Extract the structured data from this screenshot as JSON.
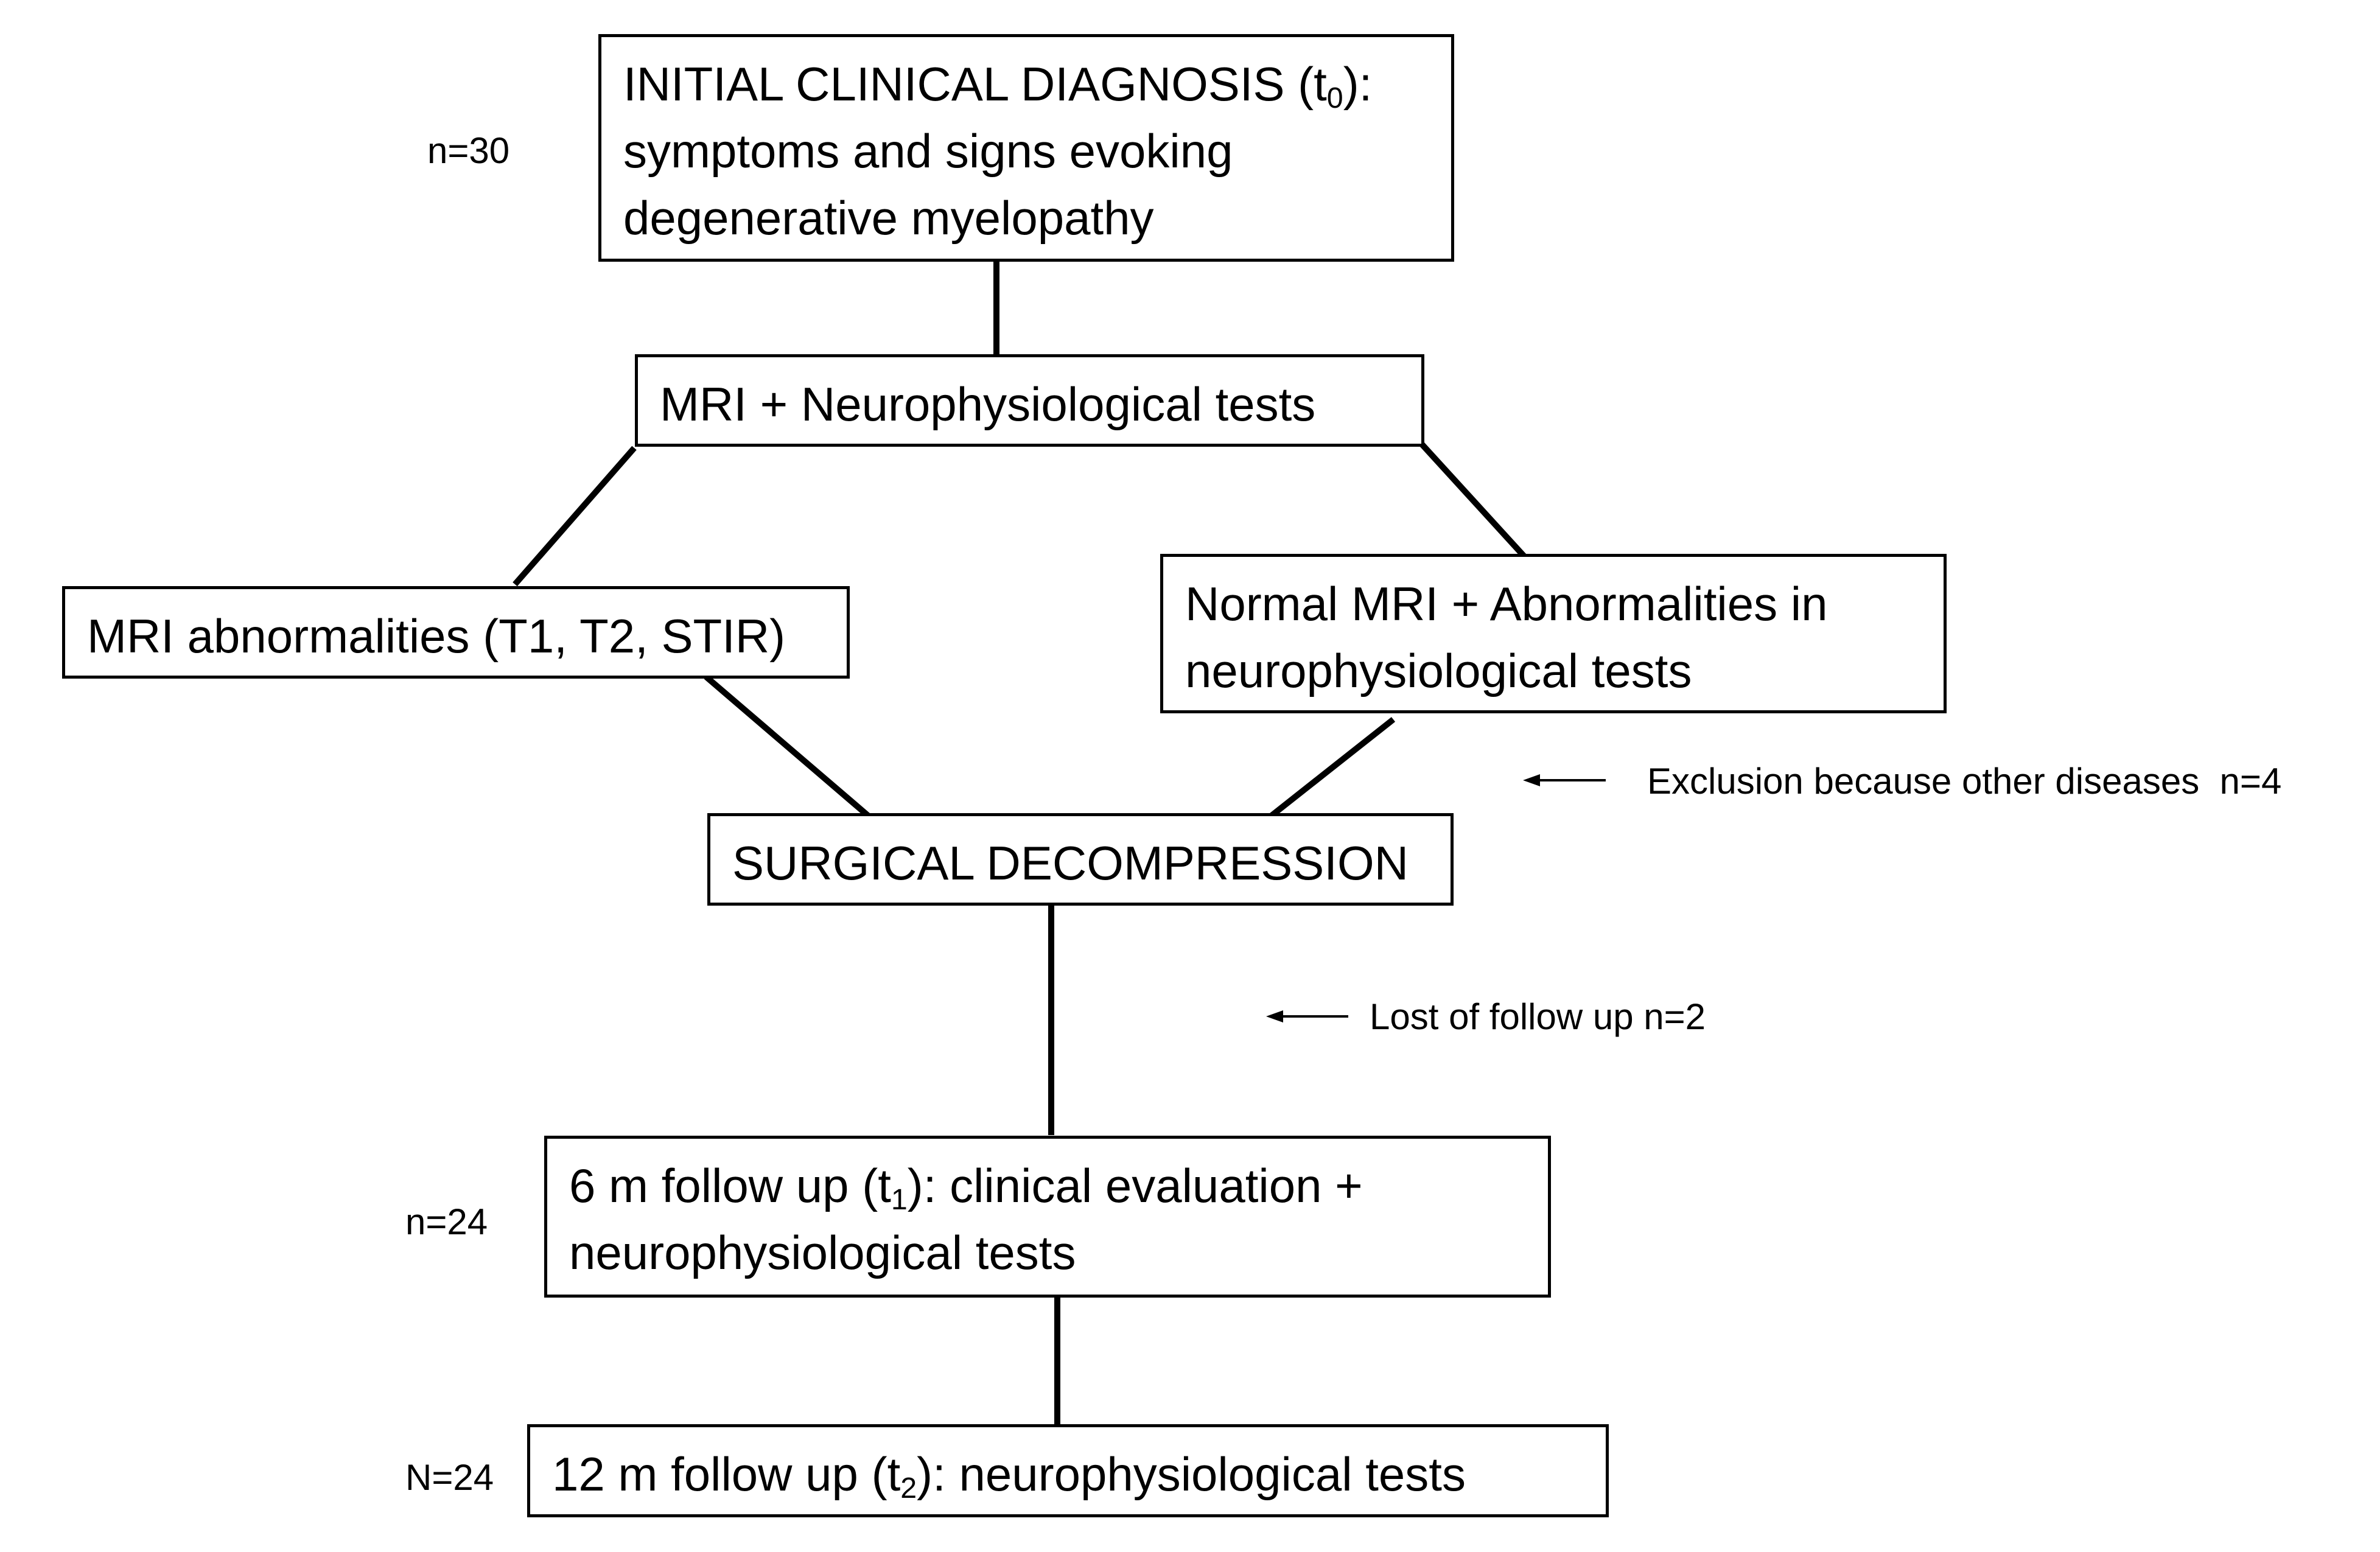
{
  "boxes": {
    "initial": {
      "line1_pre": "INITIAL CLINICAL DIAGNOSIS (t",
      "line1_sub": "0",
      "line1_post": "):",
      "line2": "symptoms and signs evoking",
      "line3": "degenerative myelopathy"
    },
    "mri_tests": {
      "text": "MRI + Neurophysiological tests"
    },
    "mri_abnormalities": {
      "text": "MRI abnormalities (T1, T2, STIR)"
    },
    "normal_mri": {
      "line1": "Normal MRI + Abnormalities in",
      "line2": "neurophysiological tests"
    },
    "surgery": {
      "text": "SURGICAL DECOMPRESSION"
    },
    "followup_6m": {
      "line1_pre": "6 m follow up (t",
      "line1_sub": "1",
      "line1_post": "): clinical evaluation +",
      "line2": "neurophysiological tests"
    },
    "followup_12m": {
      "line1_pre": "12 m follow up (t",
      "line1_sub": "2",
      "line1_post": "): neurophysiological tests"
    }
  },
  "counts": {
    "initial": "n=30",
    "followup_6m": "n=24",
    "followup_12m": "N=24"
  },
  "notes": {
    "exclusion": "Exclusion because other diseases  n=4",
    "lost": "Lost of follow up n=2"
  }
}
